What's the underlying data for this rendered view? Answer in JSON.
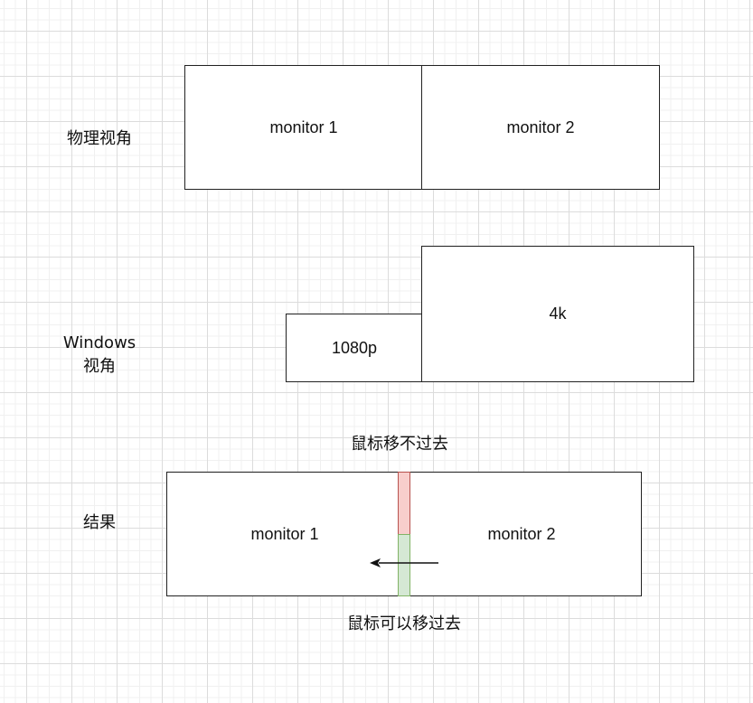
{
  "rows": {
    "physical": {
      "label": "物理视角",
      "monitor1": "monitor 1",
      "monitor2": "monitor 2"
    },
    "windows": {
      "label_line1": "Windows",
      "label_line2": "视角",
      "small": "1080p",
      "large": "4k"
    },
    "result": {
      "label": "结果",
      "monitor1": "monitor 1",
      "monitor2": "monitor 2",
      "blocked_note": "鼠标移不过去",
      "allowed_note": "鼠标可以移过去",
      "blocked_color": "#f8cecc",
      "blocked_border": "#b85450",
      "allowed_color": "#d5e8d4",
      "allowed_border": "#82b366"
    }
  }
}
